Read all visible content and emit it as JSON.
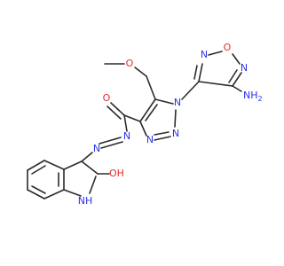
{
  "colors": {
    "carbon_bond": "#2b2b2b",
    "nitrogen": "#2c32e8",
    "oxygen": "#e52b2b",
    "background": "#ffffff"
  },
  "labels": {
    "o_ether": "O",
    "n_triazole_1": "N",
    "n_triazole_2": "N",
    "n_triazole_3": "N",
    "n_furazan_left": "N",
    "o_furazan": "O",
    "n_furazan_right": "N",
    "nh2": "NH2",
    "o_carbonyl": "O",
    "n_azo_1": "N",
    "n_azo_2": "N",
    "nh_indole": "NH",
    "hydroxyl": "OH"
  }
}
